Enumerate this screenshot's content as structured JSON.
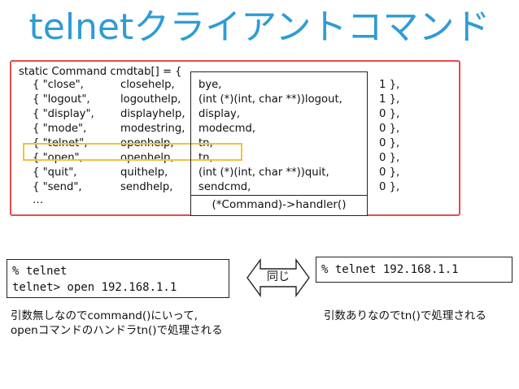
{
  "title": "telnetクライアントコマンド",
  "code": {
    "header": "static Command cmdtab[] = {",
    "rows": [
      {
        "name": "{ \"close\",",
        "help": "closehelp,",
        "handler": "bye,",
        "flag": "1 },"
      },
      {
        "name": "{ \"logout\",",
        "help": "logouthelp,",
        "handler": "(int (*)(int, char **))logout,",
        "flag": "1 },"
      },
      {
        "name": "{ \"display\",",
        "help": "displayhelp,",
        "handler": "display,",
        "flag": "0 },"
      },
      {
        "name": "{ \"mode\",",
        "help": "modestring,",
        "handler": "modecmd,",
        "flag": "0 },"
      },
      {
        "name": "{ \"telnet\",",
        "help": "openhelp,",
        "handler": "tn,",
        "flag": "0 },"
      },
      {
        "name": "{ \"open\",",
        "help": "openhelp,",
        "handler": "tn,",
        "flag": "0 },"
      },
      {
        "name": "{ \"quit\",",
        "help": "quithelp,",
        "handler": "(int (*)(int, char **))quit,",
        "flag": "0 },"
      },
      {
        "name": "{ \"send\",",
        "help": "sendhelp,",
        "handler": "sendcmd,",
        "flag": "0 },"
      }
    ],
    "ellipsis": "…",
    "highlight_color": "#f3c23a",
    "border_color": "#e74b4b"
  },
  "handler_label": "(*Command)->handler()",
  "terminal_left": {
    "line1": "% telnet",
    "line2": "telnet> open 192.168.1.1"
  },
  "terminal_right": {
    "line1": "% telnet 192.168.1.1"
  },
  "same_label": "同じ",
  "note_left": {
    "line1": "引数無しなのでcommand()にいって,",
    "line2": "openコマンドのハンドラtn()で処理される"
  },
  "note_right": "引数ありなのでtn()で処理される",
  "colors": {
    "title": "#2e9cd4"
  }
}
